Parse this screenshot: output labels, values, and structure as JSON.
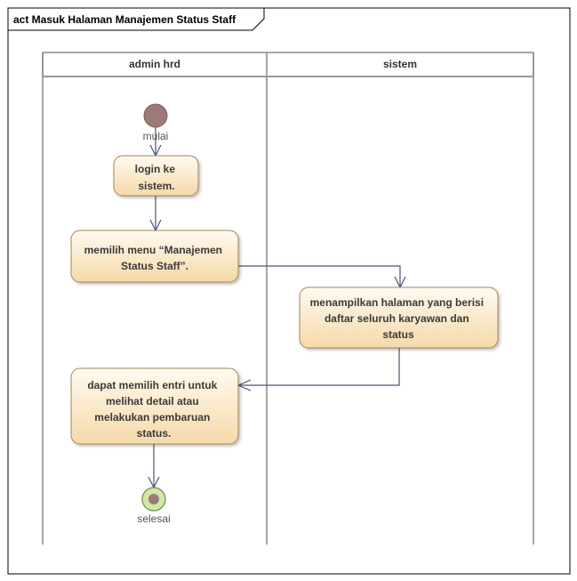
{
  "frame": {
    "title": "act Masuk Halaman Manajemen Status Staff"
  },
  "lanes": [
    {
      "name": "admin hrd"
    },
    {
      "name": "sistem"
    }
  ],
  "start": {
    "label": "mulai"
  },
  "end": {
    "label": "selesai"
  },
  "activities": [
    {
      "lines": [
        "login ke",
        "sistem."
      ]
    },
    {
      "lines": [
        "memilih menu “Manajemen",
        "Status Staff”."
      ]
    },
    {
      "lines": [
        "menampilkan halaman yang berisi",
        "daftar seluruh karyawan dan",
        "status"
      ]
    },
    {
      "lines": [
        "dapat memilih entri untuk",
        "melihat detail atau",
        "melakukan pembaruan",
        "status."
      ]
    }
  ],
  "colors": {
    "frame_border": "#000000",
    "lane_border": "#8a8a8a",
    "activity_fill_top": "#fff8e8",
    "activity_fill_bottom": "#f6ddb2",
    "activity_border": "#a8865a",
    "start_fill": "#9c7a78",
    "end_ring": "#cfe8a8",
    "edge": "#4a5575"
  }
}
